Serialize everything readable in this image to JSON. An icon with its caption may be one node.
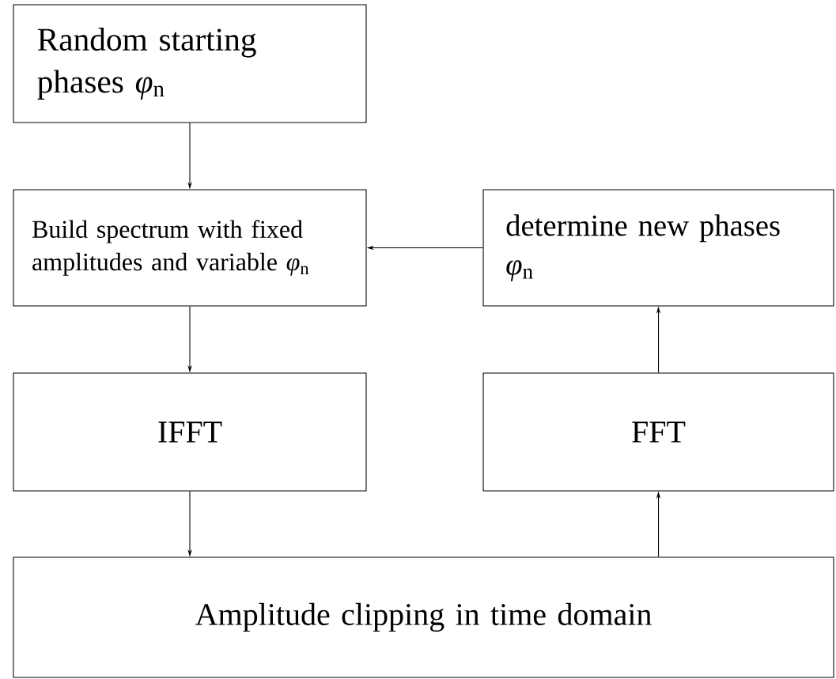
{
  "diagram": {
    "nodes": [
      {
        "text": [
          "Random starting phases *φ*$_{n}$"
        ]
      },
      {
        "text": [
          "Build spectrum with fixed amplitudes and variable *φ*$_{n}$"
        ]
      },
      {
        "text": [
          "determine new phases *φ*$_{n}$"
        ]
      },
      {
        "text": [
          "IFFT"
        ]
      },
      {
        "text": [
          "FFT"
        ]
      },
      {
        "text": [
          "Amplitude clipping in time domain"
        ]
      }
    ],
    "edges": [
      {
        "from": 0,
        "to": 1,
        "arrow": "to"
      },
      {
        "from": 1,
        "to": 3,
        "arrow": "to"
      },
      {
        "from": 3,
        "to": 5,
        "arrow": "to"
      },
      {
        "from": 5,
        "to": 4,
        "arrow": "to"
      },
      {
        "from": 4,
        "to": 2,
        "arrow": "to"
      },
      {
        "from": 2,
        "to": 1,
        "arrow": "to"
      }
    ]
  }
}
